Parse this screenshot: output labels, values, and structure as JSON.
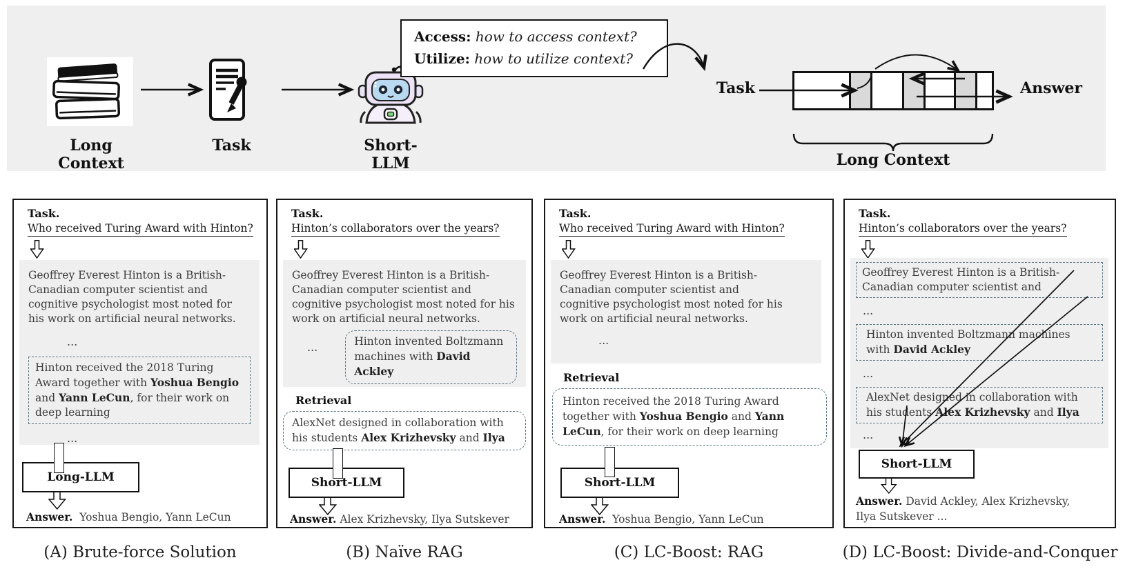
{
  "banner": {
    "long_context_label": "Long Context",
    "task_label": "Task",
    "short_llm_label": "Short-LLM",
    "bubble": {
      "access_bold": "Access:",
      "access_italic": " how to access context?",
      "utilize_bold": "Utilize:",
      "utilize_italic": " how to utilize context?"
    },
    "flow": {
      "task_label": "Task",
      "answer_label": "Answer",
      "long_context_label": "Long Context"
    }
  },
  "shared": {
    "ellipsis": "..."
  },
  "panels": {
    "a": {
      "heading": "Task.",
      "question": "Who received Turing Award with Hinton?",
      "bio": "Geoffrey Everest Hinton is a British-Canadian computer scientist and cognitive psychologist most noted for his work on artificial neural networks.",
      "highlight": [
        "Hinton received the 2018 Turing Award together with ",
        "Yoshua Bengio",
        " and ",
        "Yann LeCun",
        ", for their work on deep learning"
      ],
      "llm": "Long-LLM",
      "answer_label": "Answer.",
      "answer": "Yoshua Bengio, Yann LeCun",
      "caption": "(A) Brute-force Solution"
    },
    "b": {
      "heading": "Task.",
      "question": "Hinton’s collaborators over the years?",
      "bio": "Geoffrey Everest Hinton is a British-Canadian computer scientist and cognitive psychologist most noted for his work on artificial neural networks.",
      "inline_box": [
        "Hinton invented Boltzmann machines with ",
        "David Ackley"
      ],
      "retrieval_label": "Retrieval",
      "retrieval_box": [
        "AlexNet designed in collaboration with his students ",
        "Alex Krizhevsky",
        " and ",
        "Ilya"
      ],
      "llm": "Short-LLM",
      "answer_label": "Answer.",
      "answer": "Alex Krizhevsky, Ilya Sutskever",
      "caption": "(B) Naïve RAG"
    },
    "c": {
      "heading": "Task.",
      "question": "Who received Turing Award with Hinton?",
      "bio": "Geoffrey Everest Hinton is a British-Canadian computer scientist and cognitive psychologist most noted for his work on artificial neural networks.",
      "retrieval_label": "Retrieval",
      "retrieval_box": [
        "Hinton received the 2018 Turing Award together with ",
        "Yoshua Bengio",
        " and ",
        "Yann LeCun",
        ", for their work on deep learning"
      ],
      "llm": "Short-LLM",
      "answer_label": "Answer.",
      "answer": "Yoshua Bengio, Yann LeCun",
      "caption": "(C) LC-Boost: RAG"
    },
    "d": {
      "heading": "Task.",
      "question": "Hinton’s collaborators over the years?",
      "box1": "Geoffrey Everest Hinton is a British-Canadian computer scientist and",
      "box2": [
        "Hinton invented Boltzmann machines with ",
        "David Ackley"
      ],
      "box3": [
        "AlexNet designed in collaboration with his students ",
        "Alex Krizhevsky",
        " and ",
        "Ilya"
      ],
      "llm": "Short-LLM",
      "answer_label": "Answer.",
      "answer": "David Ackley, Alex Krizhevsky, Ilya Sutskever ...",
      "caption": "(D) LC-Boost: Divide-and-Conquer"
    }
  },
  "icons": {
    "books": "books-icon",
    "task_document": "task-document-icon",
    "robot": "robot-icon",
    "speech_bubble": "speech-bubble",
    "hollow_down_arrow": "hollow-down-arrow-icon",
    "curly_brace": "curly-brace-icon"
  },
  "colors": {
    "banner_bg": "#efefef",
    "context_box_bg": "#f0efef",
    "dashed_border": "#587482",
    "bar_segment_gray": "#d9d9d9",
    "robot_head": "#ece4f6",
    "robot_face": "#b9d9f1",
    "robot_button": "#7fd87f",
    "line_color": "#111111"
  }
}
